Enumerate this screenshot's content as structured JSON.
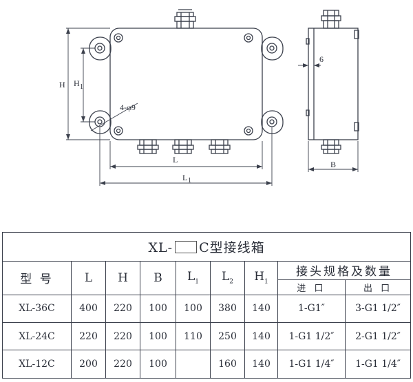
{
  "drawing": {
    "labels": {
      "H": "H",
      "H1": "H",
      "H1_sub": "1",
      "hole_spec": "4-φ9",
      "L": "L",
      "L1": "L",
      "L1_sub": "1",
      "thickness": "6",
      "B": "B"
    }
  },
  "table": {
    "title_prefix": "XL-",
    "title_suffix": "C型接线箱",
    "headers": {
      "model": "型  号",
      "L": "L",
      "H": "H",
      "B": "B",
      "L1_main": "L",
      "L1_sub": "1",
      "L2_main": "L",
      "L2_sub": "2",
      "H1_main": "H",
      "H1_sub": "1",
      "connector_group": "接头规格及数量",
      "inlet": "进  口",
      "outlet": "出  口"
    },
    "rows": [
      {
        "model": "XL-36C",
        "L": "400",
        "H": "220",
        "B": "100",
        "L1": "100",
        "L2": "380",
        "H1": "140",
        "inlet": "1-G1″",
        "outlet": "3-G1 1/2″"
      },
      {
        "model": "XL-24C",
        "L": "220",
        "H": "220",
        "B": "100",
        "L1": "110",
        "L2": "250",
        "H1": "140",
        "inlet": "1-G1 1/2″",
        "outlet": "2-G1 1/2″"
      },
      {
        "model": "XL-12C",
        "L": "200",
        "H": "220",
        "B": "100",
        "L1": "",
        "L2": "160",
        "H1": "140",
        "inlet": "1-G1 1/4″",
        "outlet": "1-G1 1/4″"
      }
    ]
  }
}
